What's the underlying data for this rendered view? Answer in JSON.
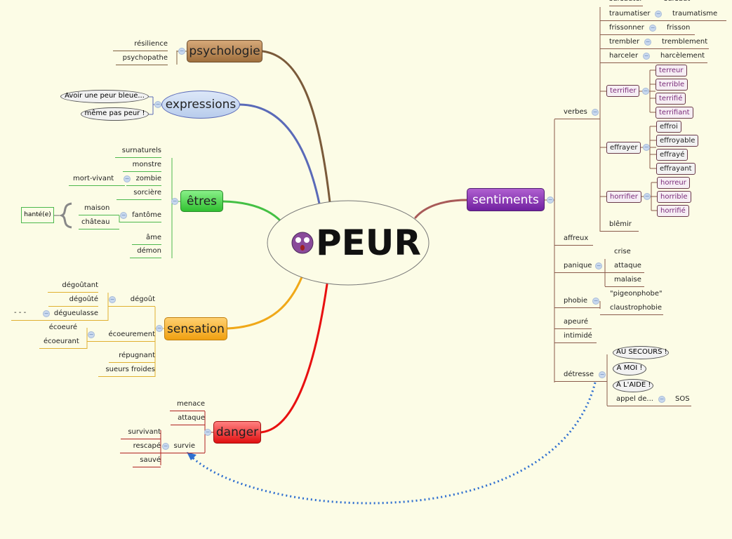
{
  "center": {
    "title": "PEUR",
    "icon": "scared-face-icon"
  },
  "psychologie": {
    "label": "psychologie",
    "children": [
      "résilience",
      "psychopathe"
    ]
  },
  "expressions": {
    "label": "expressions",
    "children": [
      "Avoir une peur bleue...",
      "même pas peur !"
    ]
  },
  "etres": {
    "label": "êtres",
    "surnaturels": "surnaturels",
    "monstre": "monstre",
    "zombie": "zombie",
    "mort_vivant": "mort-vivant",
    "sorciere": "sorcière",
    "fantome": "fantôme",
    "maison": "maison",
    "chateau": "château",
    "hante": "hanté(e)",
    "ame": "âme",
    "demon": "démon"
  },
  "sensation": {
    "label": "sensation",
    "degout": "dégoût",
    "degoutant": "dégoûtant",
    "degoute": "dégoûté",
    "degueulasse": "dégueulasse",
    "dashes": "- - -",
    "ecoeurement": "écoeurement",
    "ecoeure": "écoeuré",
    "ecoeurant": "écoeurant",
    "repugnant": "répugnant",
    "sueurs": "sueurs froides"
  },
  "danger": {
    "label": "danger",
    "menace": "menace",
    "attaque": "attaque",
    "survie": "survie",
    "survivant": "survivant",
    "rescape": "rescapé",
    "sauve": "sauvé"
  },
  "sentiments": {
    "label": "sentiments",
    "verbes": {
      "label": "verbes",
      "pairs": [
        [
          "sursauter",
          "sursaut"
        ],
        [
          "traumatiser",
          "traumatisme"
        ],
        [
          "frissonner",
          "frisson"
        ],
        [
          "trembler",
          "tremblement"
        ],
        [
          "harceler",
          "harcèlement"
        ]
      ],
      "terrifier": {
        "label": "terrifier",
        "children": [
          "terreur",
          "terrible",
          "terrifié",
          "terrifiant"
        ]
      },
      "effrayer": {
        "label": "effrayer",
        "children": [
          "effroi",
          "effroyable",
          "effrayé",
          "effrayant"
        ]
      },
      "horrifier": {
        "label": "horrifier",
        "children": [
          "horreur",
          "horrible",
          "horrifié"
        ]
      },
      "blemir": "blêmir"
    },
    "affreux": "affreux",
    "panique": {
      "label": "panique",
      "children": [
        "crise",
        "attaque",
        "malaise"
      ]
    },
    "phobie": {
      "label": "phobie",
      "children": [
        "\"pigeonphobe\"",
        "claustrophobie"
      ]
    },
    "apeure": "apeuré",
    "intimide": "intimidé",
    "detresse": {
      "label": "détresse",
      "bubbles": [
        "AU SECOURS !",
        "A MOI !",
        "A L'AIDE !"
      ],
      "appel": "appel de...",
      "sos": "SOS"
    }
  },
  "toggle_symbol": "−"
}
